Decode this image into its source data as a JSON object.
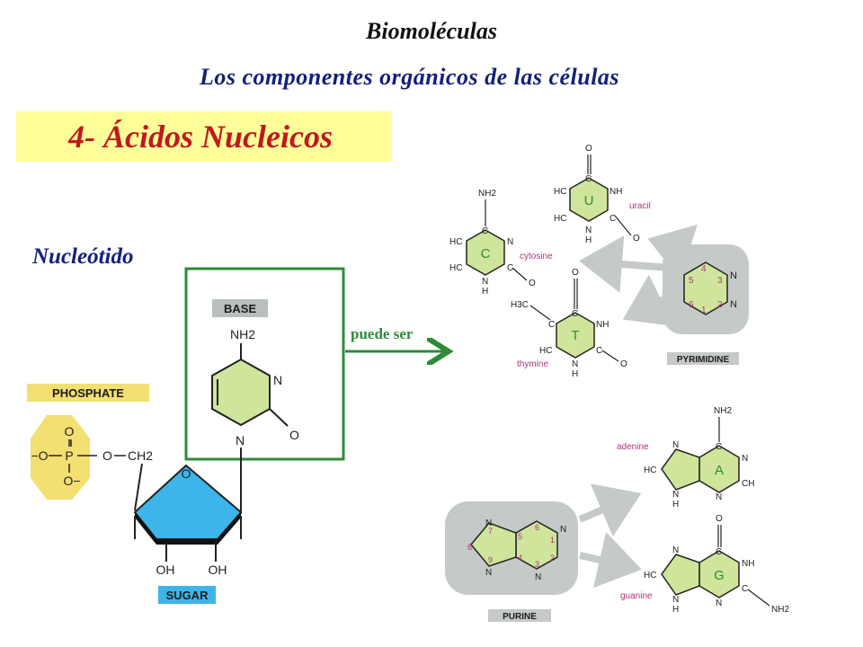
{
  "header": {
    "title": "Biomoléculas",
    "subtitle": "Los componentes orgánicos de las células"
  },
  "section": {
    "heading": "4- Ácidos Nucleicos",
    "nucleotide_label": "Nucleótido"
  },
  "nucleotide": {
    "base_label": "BASE",
    "phosphate_label": "PHOSPHATE",
    "sugar_label": "SUGAR",
    "nh2": "NH2",
    "n1": "N",
    "n2": "N",
    "o_carbonyl": "O",
    "o_ring": "O",
    "ch2": "CH2",
    "oh_left": "OH",
    "oh_right": "OH",
    "p": "P",
    "o_top": "O",
    "o_bottom": "O−",
    "o_left": "−O",
    "o_bridge": "O"
  },
  "arrow_label": "puede ser",
  "pyrimidine": {
    "label": "PYRIMIDINE",
    "ring_numbers": [
      "4",
      "3",
      "2",
      "1",
      "6",
      "5"
    ],
    "n_top": "N",
    "n_bottom": "N",
    "bases": {
      "uracil": {
        "letter": "U",
        "name": "uracil"
      },
      "cytosine": {
        "letter": "C",
        "name": "cytosine"
      },
      "thymine": {
        "letter": "T",
        "name": "thymine"
      }
    }
  },
  "purine": {
    "label": "PURINE",
    "ring_numbers": [
      "6",
      "1",
      "2",
      "3",
      "4",
      "5",
      "7",
      "8",
      "9"
    ],
    "bases": {
      "adenine": {
        "letter": "A",
        "name": "adenine"
      },
      "guanine": {
        "letter": "G",
        "name": "guanine"
      }
    }
  },
  "atoms": {
    "o": "O",
    "n": "N",
    "nh": "NH",
    "h": "H",
    "hc": "HC",
    "c": "C",
    "nh2": "NH2",
    "h3c": "H3C",
    "ch": "CH"
  },
  "colors": {
    "title_blue": "#13207a",
    "heading_red": "#c0181f",
    "banner_yellow": "#ffff99",
    "ring_green": "#cfe59c",
    "box_green": "#2e8b3a",
    "sugar_blue": "#3eb5ea",
    "phosphate_yellow": "#f4df72",
    "label_gray": "#b8bfbd",
    "highlight_gray": "#c5c9c7",
    "base_name_magenta": "#b0337a"
  }
}
